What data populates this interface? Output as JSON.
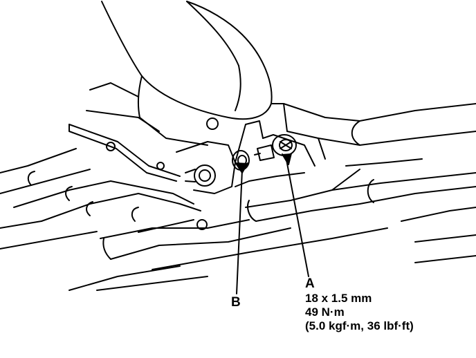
{
  "callouts": {
    "a": {
      "letter": "A",
      "size": "18 x 1.5 mm",
      "torque_nm": "49 N·m",
      "torque_alt": "(5.0 kgf·m, 36 lbf·ft)"
    },
    "b": {
      "letter": "B"
    }
  },
  "colors": {
    "line": "#000000",
    "background": "#ffffff"
  }
}
